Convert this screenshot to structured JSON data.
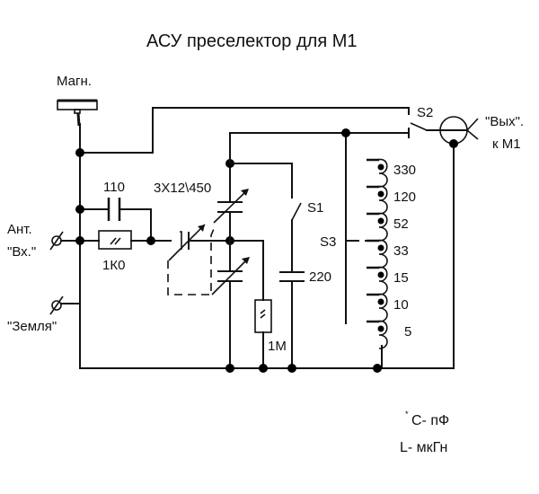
{
  "title": "АСУ преселектор для М1",
  "labels": {
    "magnet": "Магн.",
    "ant_line1": "Ант.",
    "ant_line2": "\"Вх.\"",
    "ground": "\"Земля\"",
    "out_line1": "\"Вых\".",
    "out_line2": "к М1",
    "cap_110": "110",
    "res_1k0": "1К0",
    "var_cap": "3X12\\450",
    "switch_s1": "S1",
    "switch_s2": "S2",
    "switch_s3": "S3",
    "cap_220": "220",
    "res_1m": "1M"
  },
  "coil_taps": [
    "330",
    "120",
    "52",
    "33",
    "15",
    "10",
    "5"
  ],
  "notes": {
    "star": "*",
    "cap_units": "C- пФ",
    "ind_units": "L- мкГн"
  }
}
